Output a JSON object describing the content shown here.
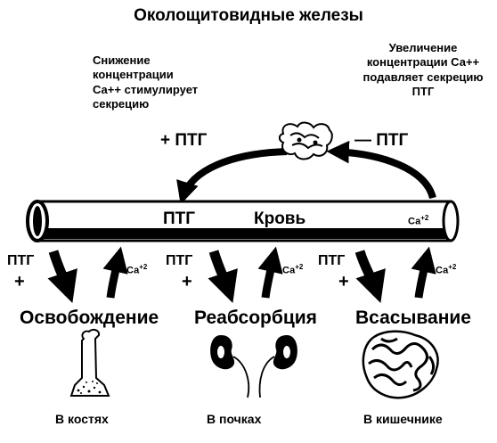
{
  "title": "Околощитовидные железы",
  "notes": {
    "left": [
      "Снижение",
      "концентрации",
      "Са++ стимулирует",
      "секрецию"
    ],
    "right": [
      "Увеличение",
      "концентрации Са++",
      "подавляет секрецию",
      "ПТГ"
    ]
  },
  "feedback": {
    "positive": "+ ПТГ",
    "negative": "— ПТГ"
  },
  "vessel": {
    "pth": "ПТГ",
    "blood": "Кровь",
    "ca": "Са",
    "ca_charge": "+2"
  },
  "targets": [
    {
      "pth": "ПТГ",
      "plus": "+",
      "ca": "Са",
      "ca_charge": "+2",
      "process": "Освобождение",
      "location": "В костях",
      "icon": "bone-icon"
    },
    {
      "pth": "ПТГ",
      "plus": "+",
      "ca": "Са",
      "ca_charge": "+2",
      "process": "Реабсорбция",
      "location": "В почках",
      "icon": "kidneys-icon"
    },
    {
      "pth": "ПТГ",
      "plus": "+",
      "ca": "Са",
      "ca_charge": "+2",
      "process": "Всасывание",
      "location": "В кишечнике",
      "icon": "intestine-icon"
    }
  ]
}
